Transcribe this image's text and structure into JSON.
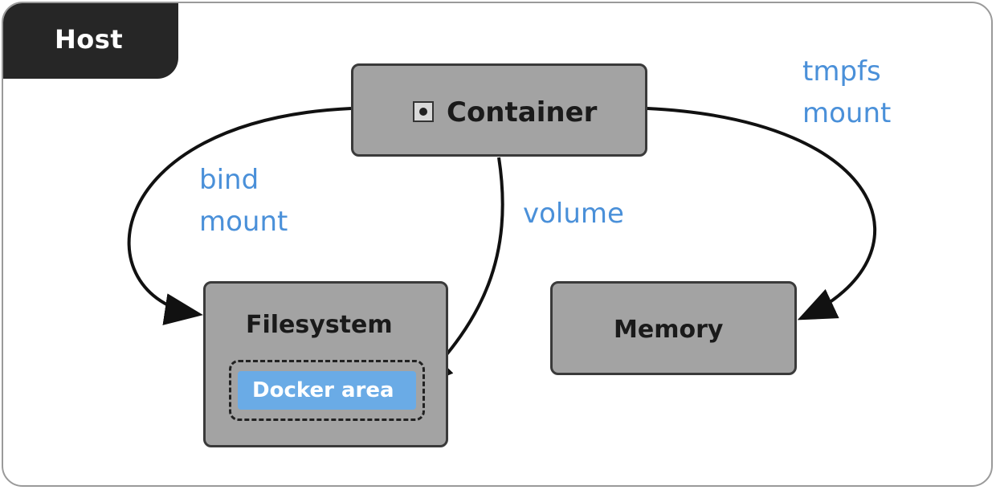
{
  "host": {
    "label": "Host"
  },
  "container": {
    "label": "Container",
    "icon": "container-icon"
  },
  "filesystem": {
    "label": "Filesystem",
    "docker_area": "Docker area"
  },
  "memory": {
    "label": "Memory"
  },
  "mounts": {
    "bind": {
      "line1": "bind",
      "line2": "mount"
    },
    "volume": {
      "line1": "volume"
    },
    "tmpfs": {
      "line1": "tmpfs",
      "line2": "mount"
    }
  },
  "colors": {
    "host_tab": "#262626",
    "box_fill": "#a3a3a3",
    "mount_label": "#4a90d9",
    "docker_area": "#6aabe6"
  }
}
